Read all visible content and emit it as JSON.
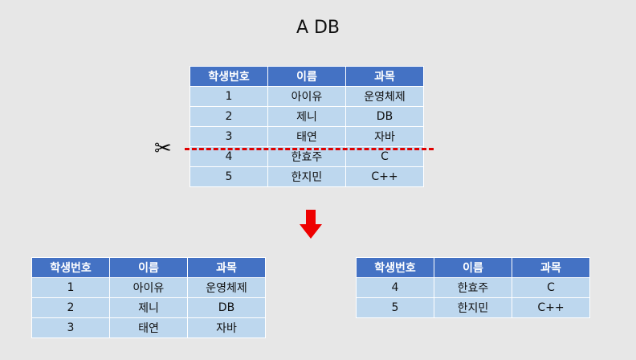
{
  "title": "A DB",
  "headers": [
    "학생번호",
    "이름",
    "과목"
  ],
  "source_table": {
    "rows": [
      [
        "1",
        "아이유",
        "운영체제"
      ],
      [
        "2",
        "제니",
        "DB"
      ],
      [
        "3",
        "태연",
        "자바"
      ],
      [
        "4",
        "한효주",
        "C"
      ],
      [
        "5",
        "한지민",
        "C++"
      ]
    ]
  },
  "split_left": {
    "rows": [
      [
        "1",
        "아이유",
        "운영체제"
      ],
      [
        "2",
        "제니",
        "DB"
      ],
      [
        "3",
        "태연",
        "자바"
      ]
    ]
  },
  "split_right": {
    "rows": [
      [
        "4",
        "한효주",
        "C"
      ],
      [
        "5",
        "한지민",
        "C++"
      ]
    ]
  },
  "icons": {
    "cut": "scissors-icon",
    "arrow": "arrow-down-icon"
  },
  "colors": {
    "header_bg": "#4472c4",
    "cell_bg": "#bdd7ee",
    "cut_line": "#e00000",
    "arrow": "#ee0000",
    "background": "#e7e7e7"
  }
}
